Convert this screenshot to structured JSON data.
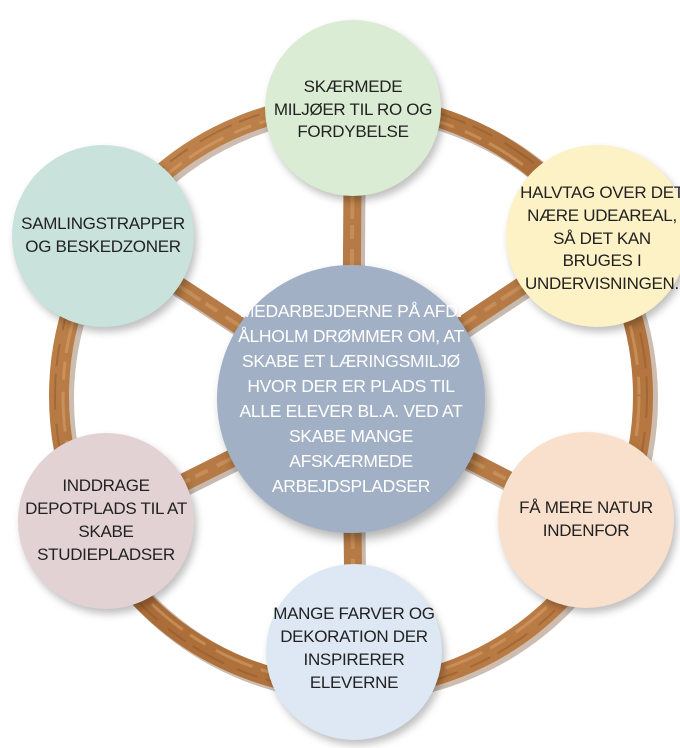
{
  "colors": {
    "wood": "#b57a45",
    "wood_light": "#d29b63",
    "wood_dark": "#8a5428",
    "center_fill": "#a2b0c6",
    "top_fill": "#dbecd4",
    "right_top_fill": "#fdf1c6",
    "right_bottom_fill": "#f9e0cc",
    "bottom_fill": "#dde8f4",
    "left_bottom_fill": "#e3d2d4",
    "left_top_fill": "#c9e2dc"
  },
  "center": {
    "text": "MEDARBEJDERNE PÅ AFD.\nÅLHOLM DRØMMER OM, AT\nSKABE ET LÆRINGSMILJØ\nHVOR DER ER PLADS TIL\nALLE ELEVER BL.A. VED AT\nSKABE MANGE\nAFSKÆRMEDE\nARBEJDSPLADSER"
  },
  "nodes": {
    "top": "SKÆRMEDE\nMILJØER TIL RO OG\nFORDYBELSE",
    "right_top": "HALVTAG OVER  DET\nNÆRE UDEAREAL,\nSÅ DET KAN\nBRUGES I\nUNDERVISNINGEN.",
    "right_bottom": "FÅ MERE NATUR\nINDENFOR",
    "bottom": "MANGE FARVER OG\nDEKORATION DER\nINSPIRERER\nELEVERNE",
    "left_bottom": "INDDRAGE\nDEPOTPLADS TIL AT\nSKABE\nSTUDIEPLADSER",
    "left_top": "SAMLINGSTRAPPER\nOG BESKEDZONER"
  }
}
